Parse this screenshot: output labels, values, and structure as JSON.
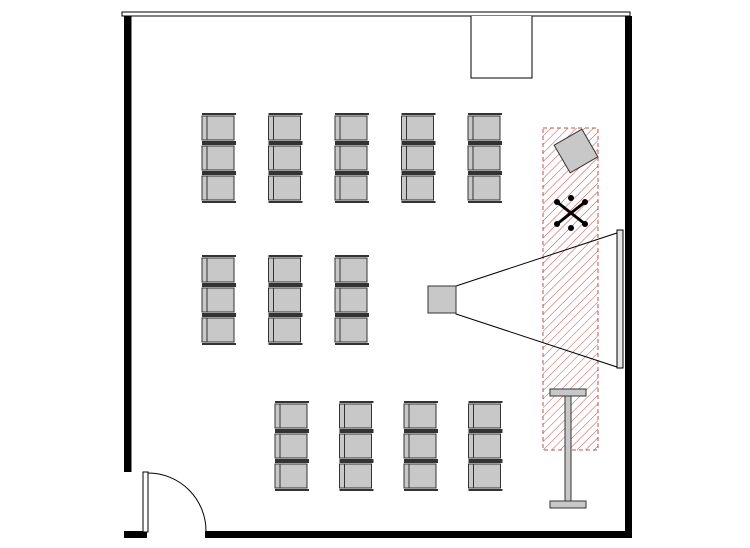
{
  "floorplan": {
    "title": "",
    "colors": {
      "wall": "#000000",
      "chair_fill": "#c8c8c8",
      "chair_outline": "#333333",
      "stage_hatch": "#c0504d",
      "stage_border": "#c0504d",
      "projector_fill": "#c8c8c8",
      "screen_fill": "#e6e6e6",
      "background": "#ffffff"
    },
    "seating": {
      "front_block": {
        "columns": 5,
        "rows_per_column": 3
      },
      "middle_block": {
        "columns": 3,
        "rows_per_column": 3
      },
      "rear_block": {
        "columns": 4,
        "rows_per_column": 3
      }
    },
    "fixtures": [
      {
        "name": "projector",
        "icon": "projector-icon"
      },
      {
        "name": "projection-screen",
        "icon": "screen-icon"
      },
      {
        "name": "podium",
        "icon": "podium-icon"
      },
      {
        "name": "speaker-stand",
        "icon": "speaker-stand-icon"
      },
      {
        "name": "stage-area",
        "icon": "hatched-area"
      },
      {
        "name": "door",
        "icon": "door-swing-icon"
      }
    ]
  }
}
